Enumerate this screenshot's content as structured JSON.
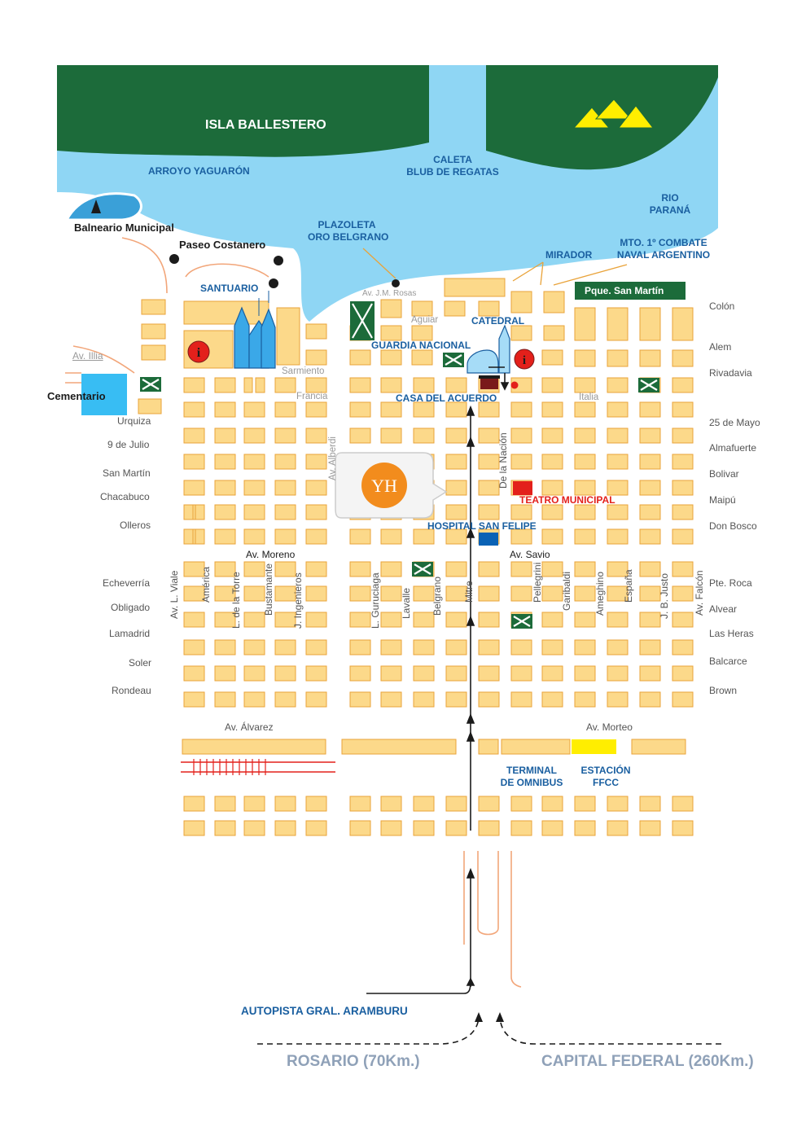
{
  "colors": {
    "water": "#8fd6f4",
    "island": "#1c6b3a",
    "block": "#fcd98a",
    "block_border": "#e9a33a",
    "road_line": "#f2a67a",
    "blue_text": "#1a5fa0",
    "red": "#e3201b",
    "yellow": "#ffee00",
    "cemetery": "#38bdf3",
    "hospital": "#0a62b5"
  },
  "water": {
    "island": "ISLA BALLESTERO",
    "arroyo": "ARROYO YAGUARÓN",
    "caleta": [
      "CALETA",
      "BLUB DE REGATAS"
    ],
    "rio": [
      "RIO",
      "PARANÁ"
    ]
  },
  "landmarks": {
    "balneario": "Balneario Municipal",
    "paseo": "Paseo Costanero",
    "plazoleta": [
      "PLAZOLETA",
      "ORO BELGRANO"
    ],
    "mirador": "MIRADOR",
    "mto": [
      "MTO. 1º COMBATE",
      "NAVAL ARGENTINO"
    ],
    "parque": "Pque. San Martín",
    "santuario": "SANTUARIO",
    "catedral": "CATEDRAL",
    "guardia": "GUARDIA NACIONAL",
    "casa": "CASA DEL ACUERDO",
    "cementerio": "Cementario",
    "teatro": "TEATRO MUNICIPAL",
    "hospital": "HOSPITAL SAN FELIPE",
    "terminal": [
      "TERMINAL",
      "DE OMNIBUS"
    ],
    "estacion": [
      "ESTACIÓN",
      "FFCC"
    ],
    "autopista": "AUTOPISTA GRAL. ARAMBURU",
    "rosario": "ROSARIO (70Km.)",
    "capital": "CAPITAL FEDERAL (260Km.)",
    "info_icon": "info-icon",
    "logo": "YH"
  },
  "streets": {
    "left": [
      "Av. Illia",
      "Urquiza",
      "9 de Julio",
      "San Martín",
      "Chacabuco",
      "Olleros",
      "Echeverría",
      "Obligado",
      "Lamadrid",
      "Soler",
      "Rondeau"
    ],
    "right": [
      "Colón",
      "Alem",
      "Rivadavia",
      "25 de Mayo",
      "Almafuerte",
      "Bolivar",
      "Maipú",
      "Don Bosco",
      "Pte. Roca",
      "Alvear",
      "Las Heras",
      "Balcarce",
      "Brown"
    ],
    "inner": {
      "rosas": "Av. J.M. Rosas",
      "aguiar": "Aguiar",
      "sarmiento": "Sarmiento",
      "francia": "Francia",
      "italia": "Italia",
      "moreno": "Av. Moreno",
      "savio": "Av. Savio",
      "alvarez": "Av. Álvarez",
      "morteo": "Av. Morteo"
    },
    "vertical": [
      "Av. L. Viale",
      "América",
      "L. de la Torre",
      "Bustamante",
      "J. Ingenieros",
      "L. Guruciaga",
      "Lavalle",
      "Belgrano",
      "Mitre",
      "Pellegrini",
      "Garibaldi",
      "Ameghino",
      "España",
      "J. B. Justo",
      "Av. Falcón"
    ],
    "alberdi": "Av. Alberdi",
    "nacion": "De la Nación"
  }
}
